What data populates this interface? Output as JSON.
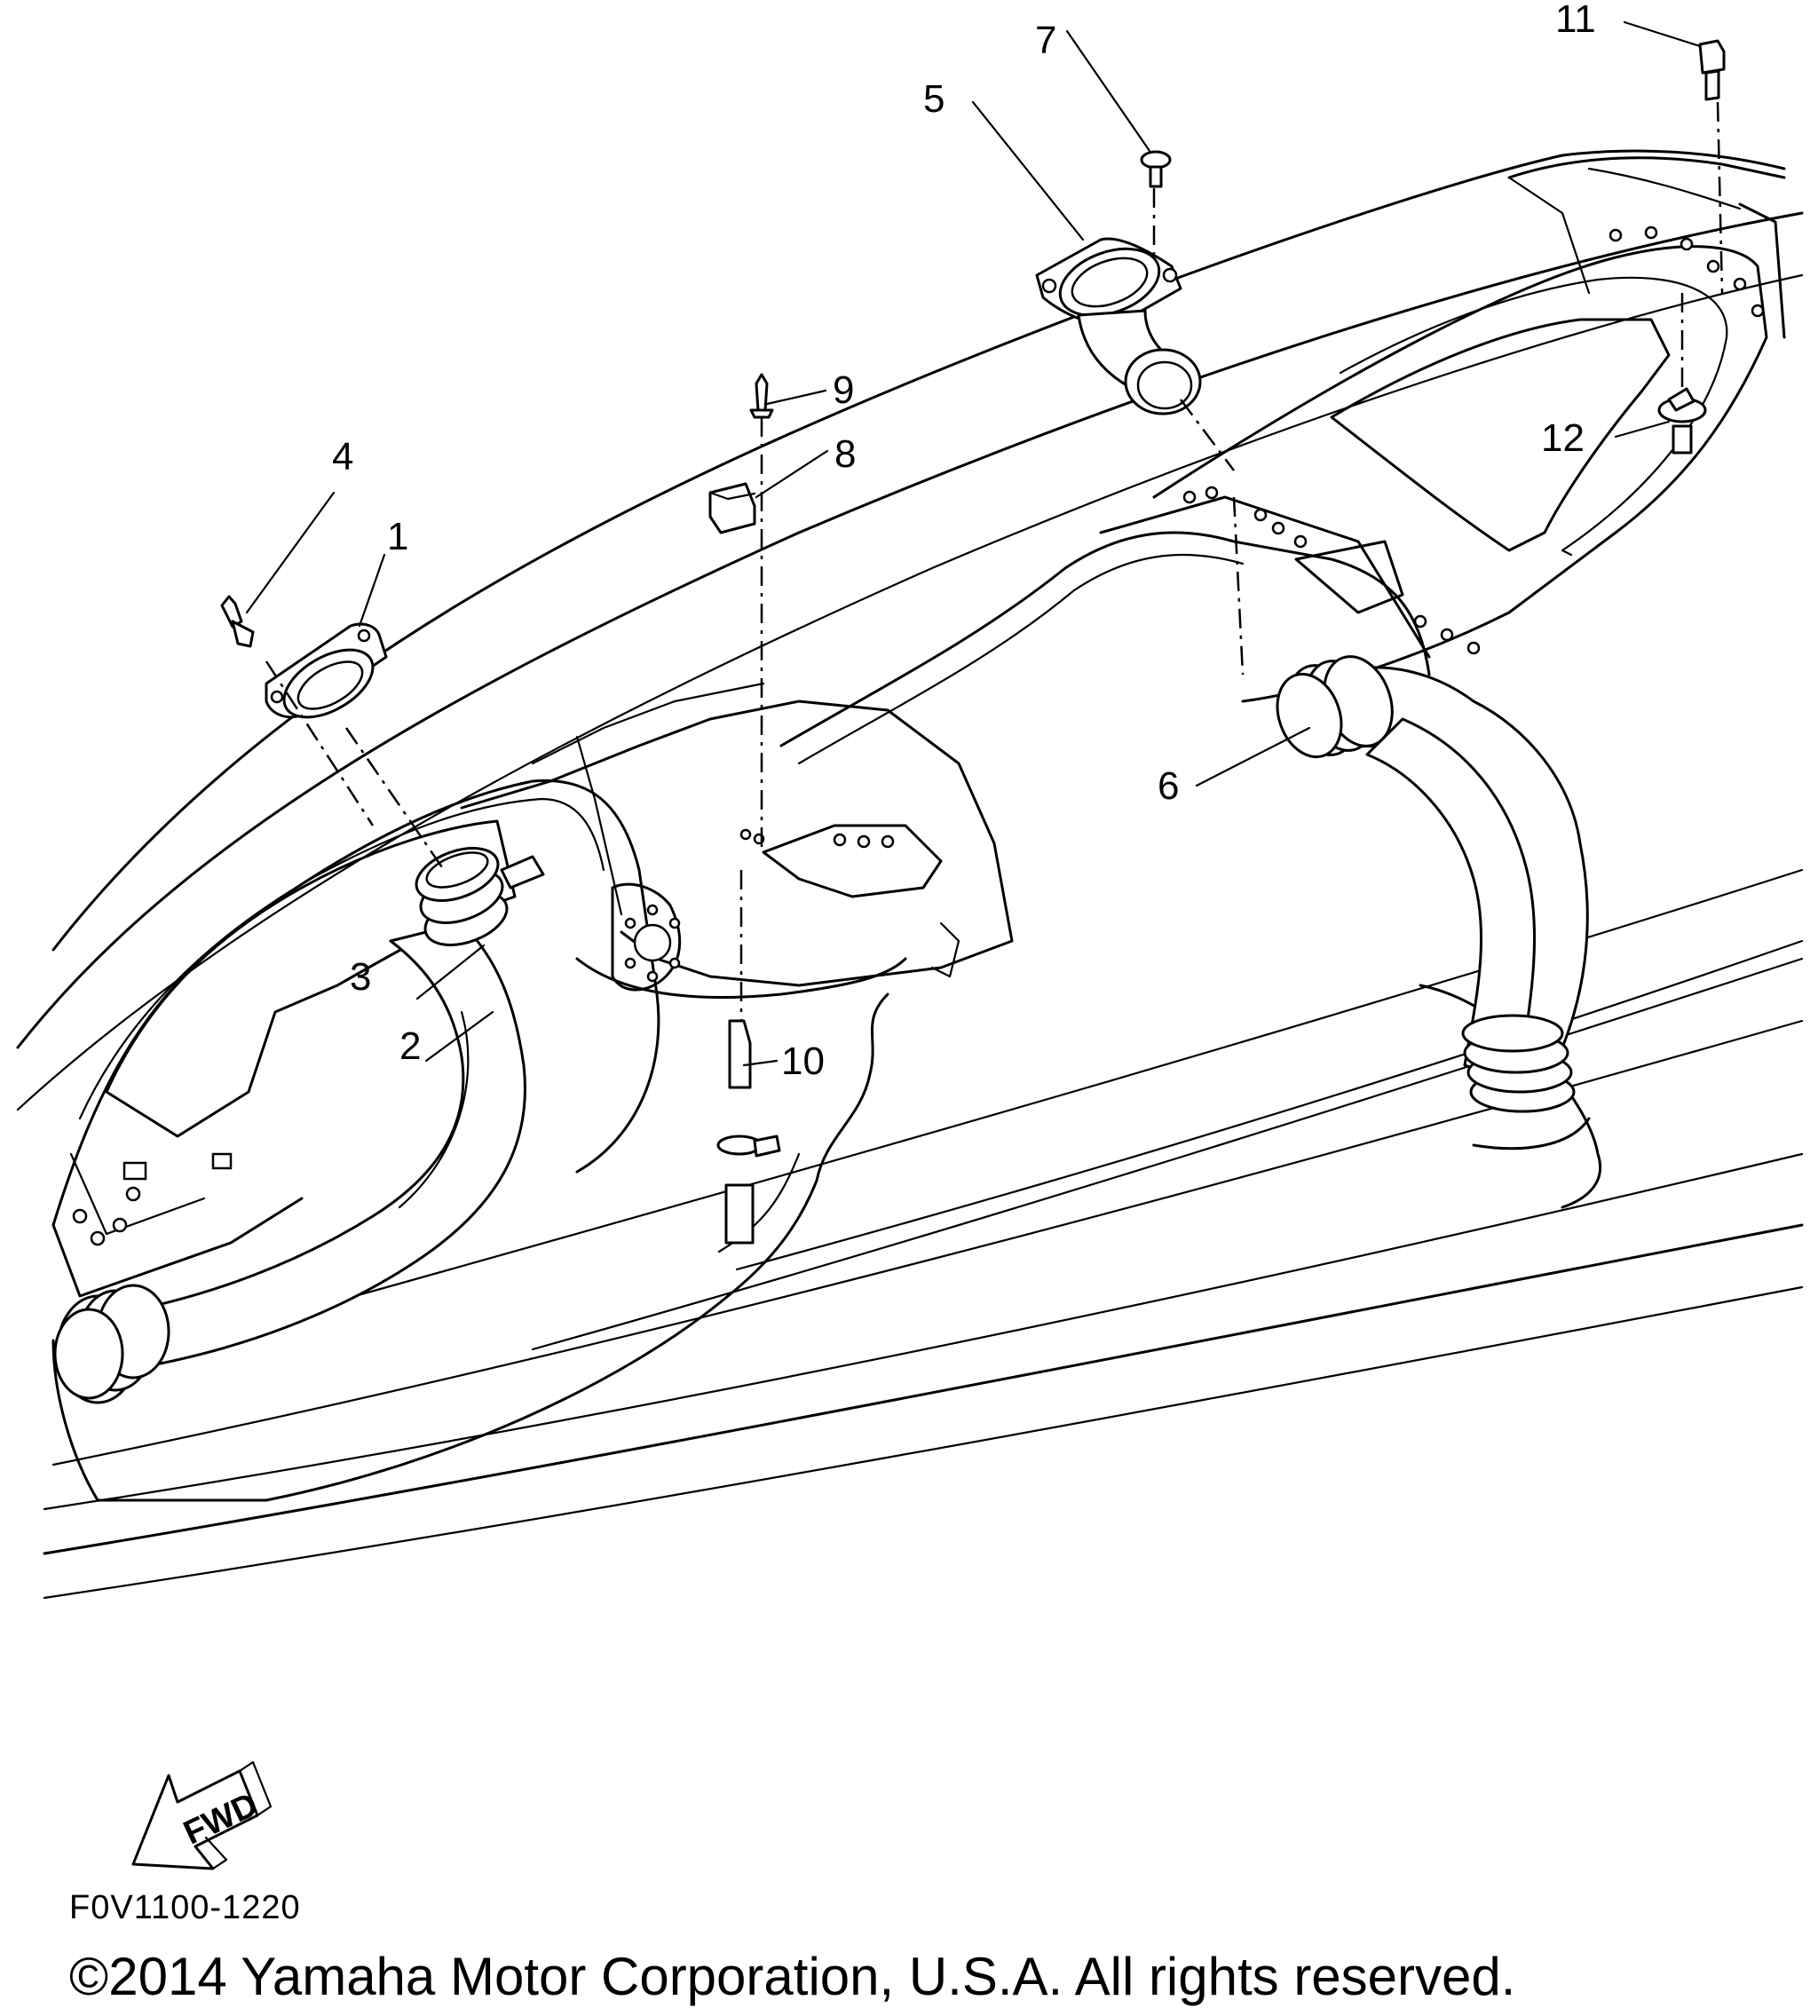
{
  "diagram": {
    "callouts": [
      "1",
      "2",
      "3",
      "4",
      "5",
      "6",
      "7",
      "8",
      "9",
      "10",
      "11",
      "12"
    ],
    "direction_label": "FWD",
    "reference_code": "F0V1100-1220",
    "copyright": "©2014 Yamaha Motor Corporation, U.S.A. All rights reserved."
  }
}
